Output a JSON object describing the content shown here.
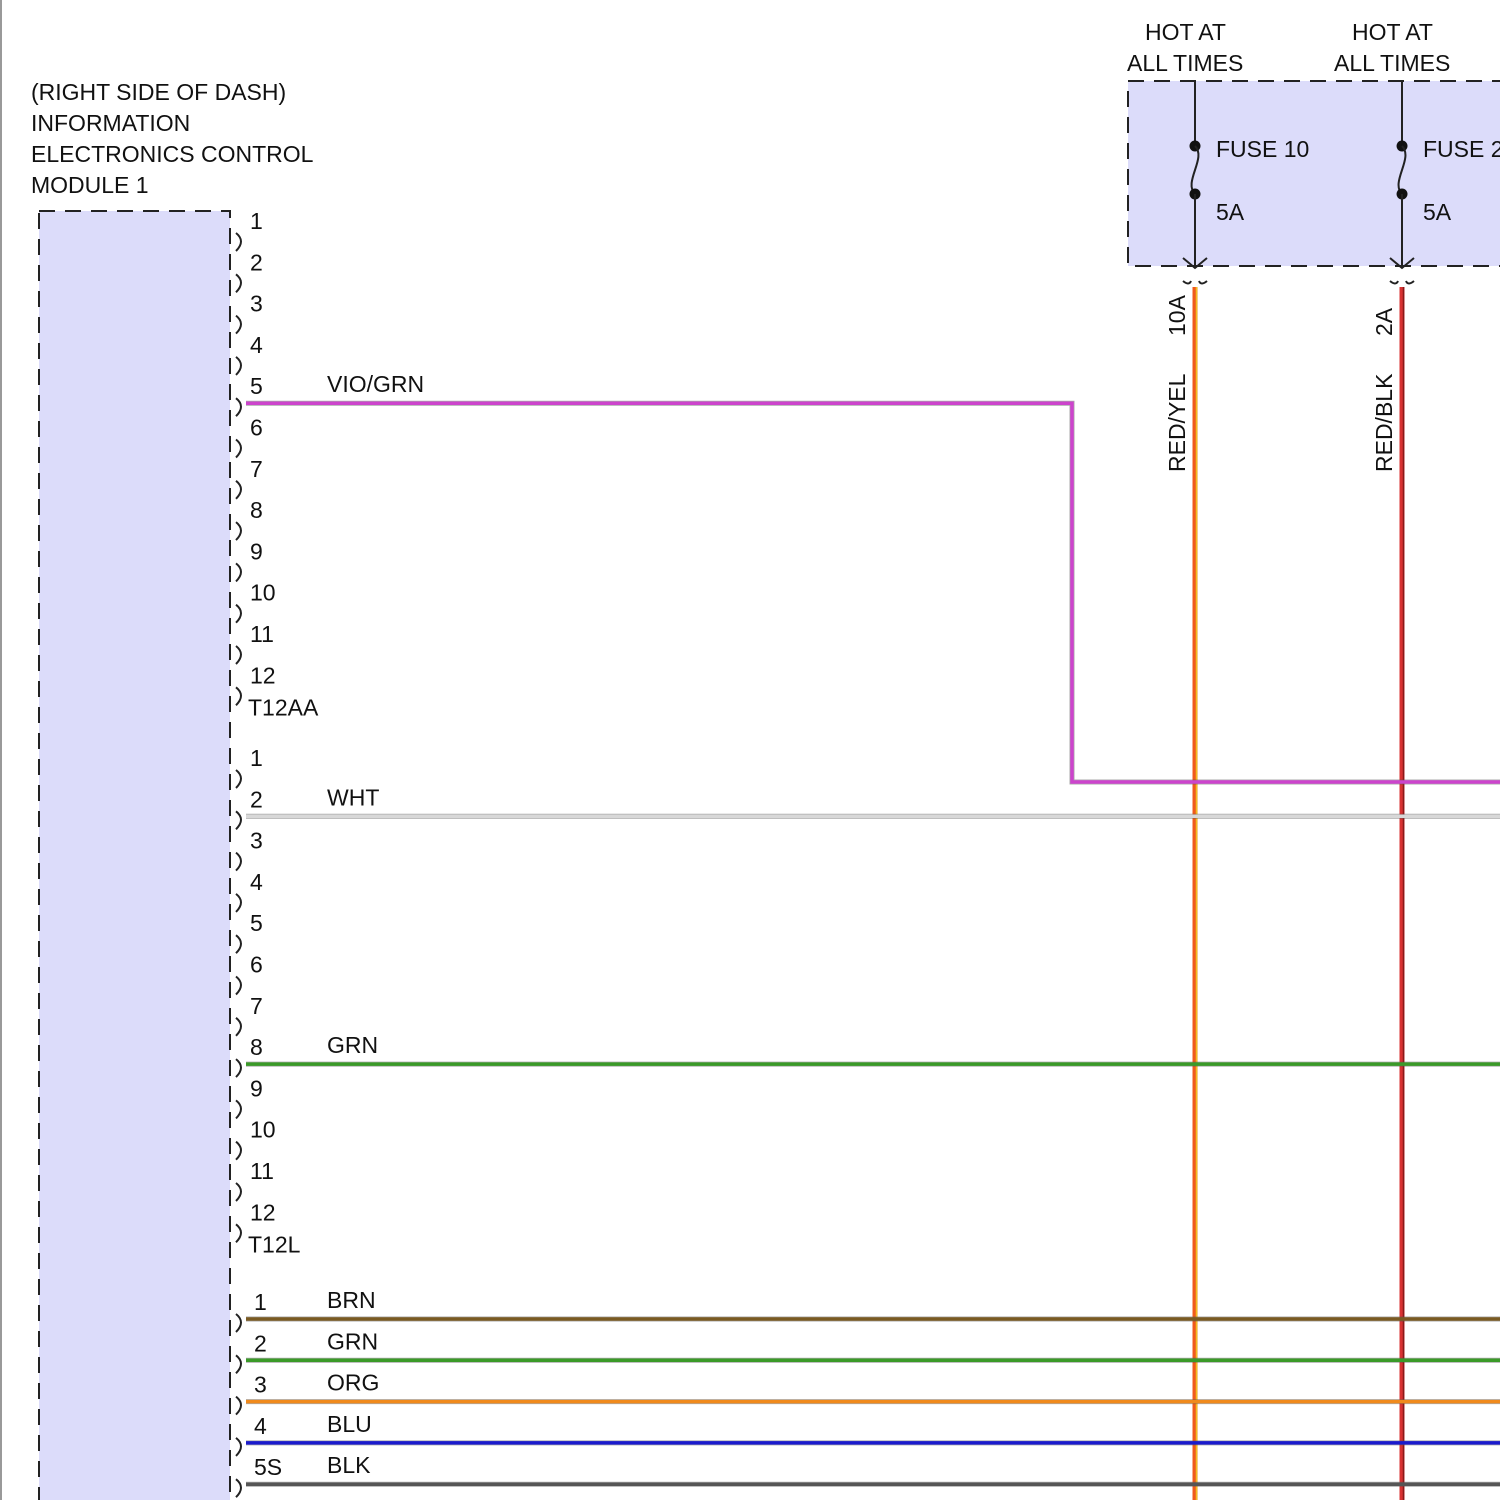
{
  "module": {
    "title_lines": [
      "(RIGHT SIDE OF DASH)",
      "INFORMATION",
      "ELECTRONICS CONTROL",
      "MODULE 1"
    ],
    "fill": "#dcdcfa"
  },
  "connectors": [
    {
      "name": "T12AA",
      "pins": [
        "1",
        "2",
        "3",
        "4",
        "5",
        "6",
        "7",
        "8",
        "9",
        "10",
        "11",
        "12"
      ],
      "wires": [
        {
          "pin": "5",
          "color_name": "VIO/GRN",
          "color": "#cc44cc"
        }
      ]
    },
    {
      "name": "T12L",
      "pins": [
        "1",
        "2",
        "3",
        "4",
        "5",
        "6",
        "7",
        "8",
        "9",
        "10",
        "11",
        "12"
      ],
      "wires": [
        {
          "pin": "2",
          "color_name": "WHT",
          "color": "#d8d8d8"
        },
        {
          "pin": "8",
          "color_name": "GRN",
          "color": "#3a9a28"
        }
      ]
    },
    {
      "name": "",
      "pins": [
        "1",
        "2",
        "3",
        "4",
        "5S"
      ],
      "wires": [
        {
          "pin": "1",
          "color_name": "BRN",
          "color": "#7a5a22"
        },
        {
          "pin": "2",
          "color_name": "GRN",
          "color": "#3a9a28"
        },
        {
          "pin": "3",
          "color_name": "ORG",
          "color": "#f08a1c"
        },
        {
          "pin": "4",
          "color_name": "BLU",
          "color": "#1a1acc"
        },
        {
          "pin": "5S",
          "color_name": "BLK",
          "color": "#555555"
        }
      ]
    }
  ],
  "fuses": [
    {
      "hot_lines": [
        "HOT AT",
        "ALL TIMES"
      ],
      "name": "FUSE 10",
      "rating": "5A",
      "pin": "10A",
      "wire": "RED/YEL",
      "wire_color": "#f05a1c",
      "wire_color2": "#f0c020"
    },
    {
      "hot_lines": [
        "HOT AT",
        "ALL TIMES"
      ],
      "name": "FUSE 2",
      "rating": "5A",
      "pin": "2A",
      "wire": "RED/BLK",
      "wire_color": "#d83232",
      "wire_color2": "#8a1a1a"
    }
  ],
  "fusebox_fill": "#dcdcfa"
}
